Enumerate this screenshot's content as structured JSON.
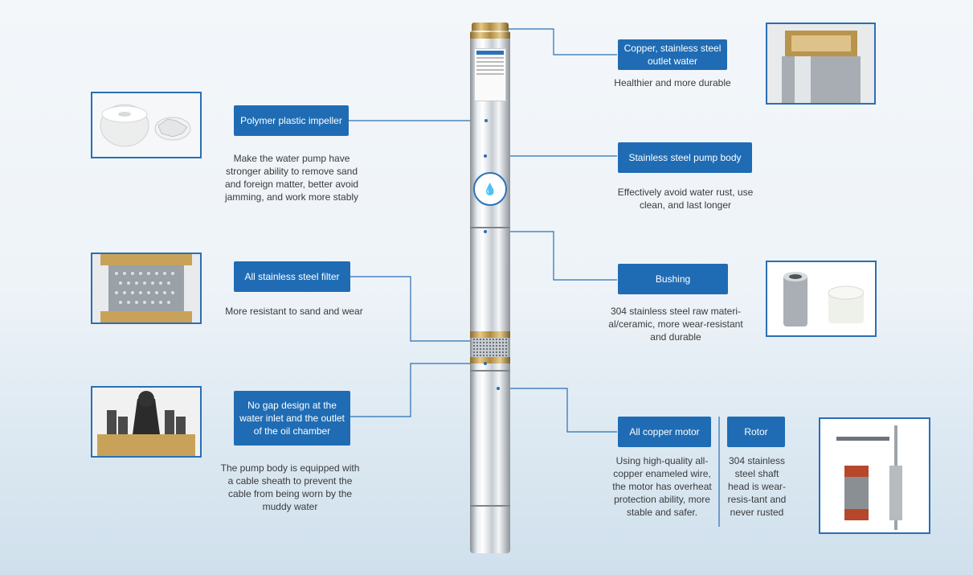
{
  "features": {
    "outlet": {
      "title": "Copper, stainless steel outlet water",
      "desc": "Healthier and more durable"
    },
    "impeller": {
      "title": "Polymer plastic impeller",
      "desc": "Make the water pump have stronger ability to remove sand and foreign matter, better avoid jamming, and work more stably"
    },
    "pump_body": {
      "title": "Stainless steel pump body",
      "desc": "Effectively avoid water rust, use clean, and last longer"
    },
    "filter": {
      "title": "All stainless steel filter",
      "desc": "More resistant to sand and wear"
    },
    "bushing": {
      "title": "Bushing",
      "desc": "304 stainless steel raw materi-al/ceramic, more wear-resistant and durable"
    },
    "no_gap": {
      "title": "No gap design at the water inlet and the outlet of the oil chamber",
      "desc": "The pump body is equipped with a cable sheath to prevent the cable from being worn by the muddy water"
    },
    "motor": {
      "title": "All copper motor",
      "desc": "Using high-quality all-copper enameled wire, the motor has overheat protection ability, more stable and safer."
    },
    "rotor": {
      "title": "Rotor",
      "desc": "304 stainless steel shaft head is wear-resis-tant and never rusted"
    }
  },
  "colors": {
    "accent": "#1f6cb4",
    "line": "#2a6fb4"
  },
  "icons": {
    "pump_logo": "water-drop-icon"
  }
}
